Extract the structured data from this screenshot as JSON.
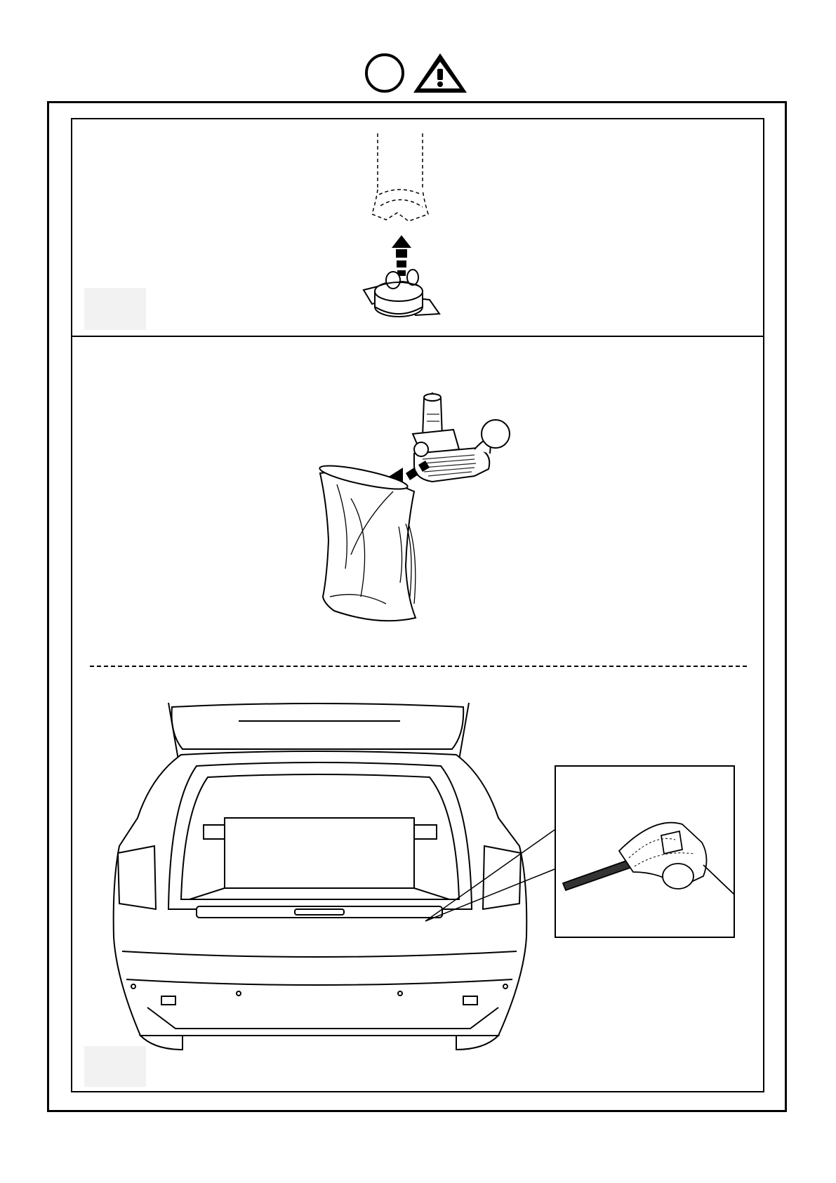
{
  "header": {
    "step_circle_label": "",
    "warning_icon": "warning-triangle-icon"
  },
  "panels": [
    {
      "id": "panel-1",
      "illustration": "tow-bar-socket-cap"
    },
    {
      "id": "panel-2",
      "illustration": "tow-ball-into-storage-bag"
    },
    {
      "id": "panel-3",
      "illustration": "car-boot-storage-location"
    }
  ],
  "footer": {
    "text": ""
  },
  "colors": {
    "line": "#000000",
    "background": "#ffffff",
    "hatch": "#222222"
  }
}
